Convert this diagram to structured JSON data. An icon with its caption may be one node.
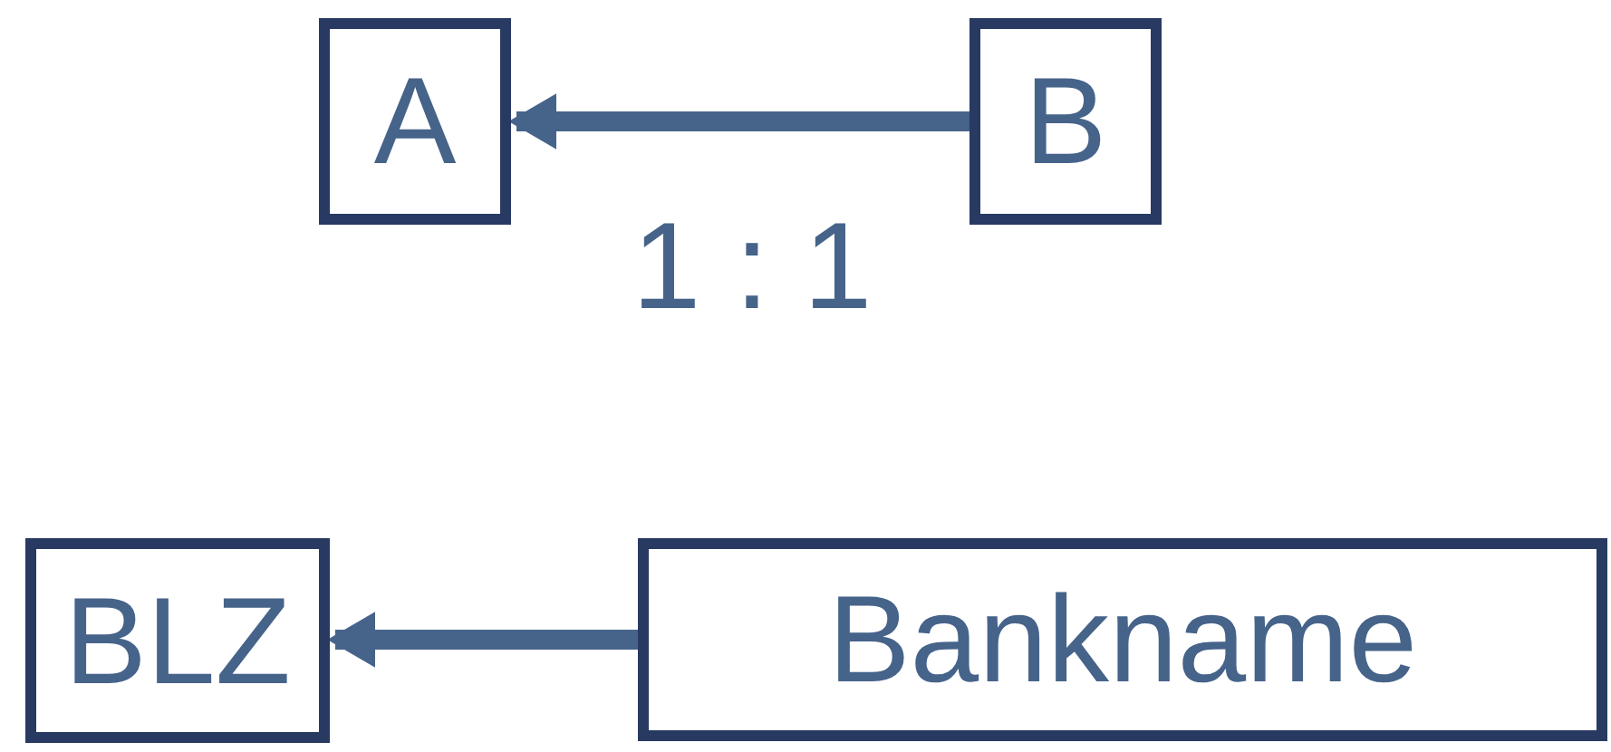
{
  "diagram": {
    "nodes": [
      {
        "text": [
          "A"
        ]
      },
      {
        "text": [
          "B"
        ]
      },
      {
        "text": [
          "BLZ"
        ]
      },
      {
        "text": [
          "Bankname"
        ]
      }
    ],
    "edges": [
      {
        "from": 1,
        "to": 0,
        "arrow": "to",
        "label": "1 : 1"
      },
      {
        "from": 3,
        "to": 2,
        "arrow": "to"
      }
    ]
  }
}
